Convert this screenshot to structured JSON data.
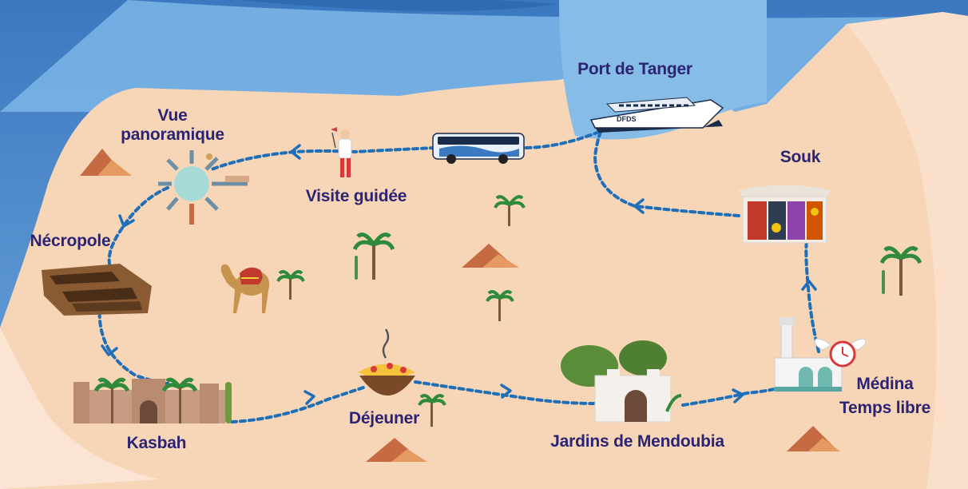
{
  "map": {
    "colors": {
      "sea_dark": "#3f7fc4",
      "sea_light": "#8fc1e8",
      "land": "#f7d6b8",
      "land_light": "#fbe4d3",
      "route": "#1f6fb8",
      "label": "#2b2474",
      "mountain": "#d0734a"
    },
    "route_direction": "clockwise",
    "stops": [
      {
        "id": "port",
        "label": "Port de Tanger"
      },
      {
        "id": "visite",
        "label": "Visite guidée"
      },
      {
        "id": "vue",
        "label_line1": "Vue",
        "label_line2": "panoramique"
      },
      {
        "id": "necropole",
        "label": "Nécropole"
      },
      {
        "id": "kasbah",
        "label": "Kasbah"
      },
      {
        "id": "dejeuner",
        "label": "Déjeuner"
      },
      {
        "id": "jardins",
        "label": "Jardins de Mendoubia"
      },
      {
        "id": "medina",
        "label_line1": "Médina",
        "label_line2": "Temps libre"
      },
      {
        "id": "souk",
        "label": "Souk"
      }
    ],
    "ship_text": "DFDS",
    "icons": [
      "ferry-icon",
      "bus-icon",
      "guide-icon",
      "panorama-icon",
      "necropolis-icon",
      "kasbah-icon",
      "tajine-icon",
      "gardens-icon",
      "medina-icon",
      "clock-icon",
      "souk-icon",
      "camel-icon",
      "palm-tree-icon",
      "mountain-icon"
    ]
  }
}
